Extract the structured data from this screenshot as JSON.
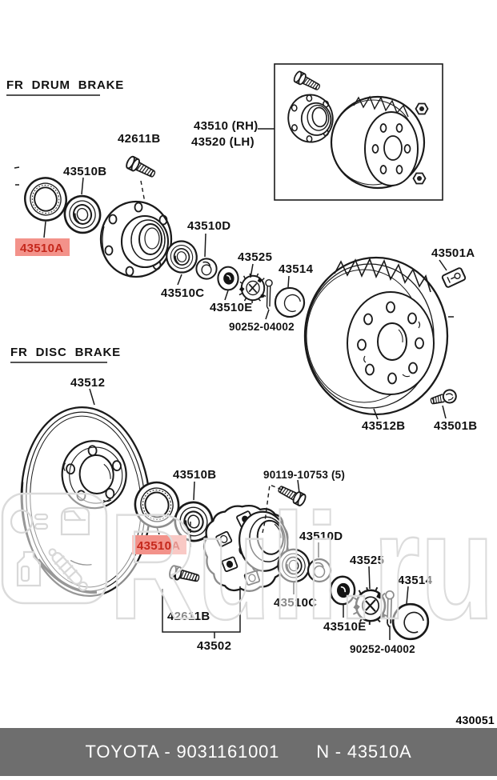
{
  "figure_code": "430051",
  "footer": {
    "left_text": "TOYOTA - 9031161001",
    "right_text": "N - 43510A"
  },
  "watermark": {
    "text": "Ruli.ru"
  },
  "colors": {
    "highlight_bg": "#f3928a",
    "highlight_text": "#c5281c",
    "footer_bar": "#6e6e6e",
    "watermark_line": "#dcdcdc",
    "line_art": "#1a1a1a"
  },
  "sections": {
    "drum": {
      "heading": "FR DRUM BRAKE",
      "labels": {
        "hub_bolt": "42611B",
        "bearing_outer": "43510B",
        "hub_rh": "43510 (RH)",
        "hub_lh": "43520 (LH)",
        "seal_highlight": "43510A",
        "washer": "43510D",
        "bearing_inner": "43510C",
        "lock_cap": "43525",
        "grease_cap": "43514",
        "nut": "43510E",
        "cotter_pin": "90252-04002",
        "brake_drum": "43512B",
        "clip": "43501A",
        "drum_screw": "43501B"
      }
    },
    "disc": {
      "heading": "FR DISC BRAKE",
      "labels": {
        "rotor": "43512",
        "bearing_outer": "43510B",
        "hub_stud": "90119-10753 (5)",
        "seal_highlight": "43510A",
        "washer": "43510D",
        "lock_cap": "43525",
        "grease_cap": "43514",
        "bearing_inner": "43510C",
        "nut": "43510E",
        "cotter_pin": "90252-04002",
        "hub_bolt": "42611B",
        "hub": "43502"
      }
    }
  }
}
